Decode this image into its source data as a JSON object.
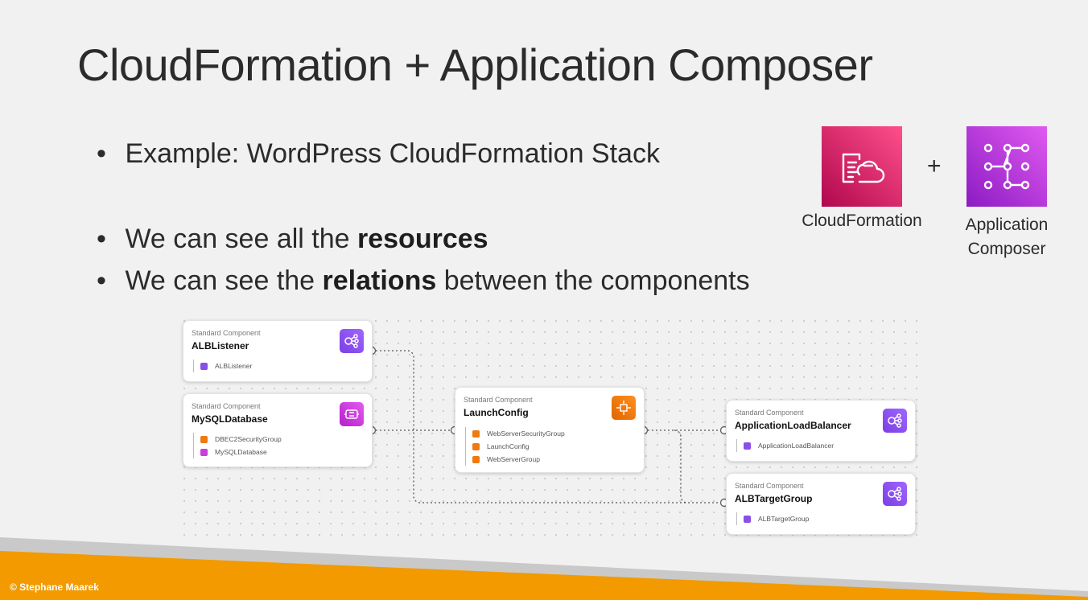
{
  "slide": {
    "title": "CloudFormation + Application Composer",
    "bullets": {
      "example": "Example: WordPress CloudFormation Stack",
      "resources_prefix": "We can see all the ",
      "resources_bold": "resources",
      "relations_prefix": "We can see the ",
      "relations_bold": "relations",
      "relations_suffix": " between the components"
    },
    "logos": {
      "cloudformation_label": "CloudFormation",
      "plus": "+",
      "composer_label_line1": "Application",
      "composer_label_line2": "Composer",
      "cloudformation_color": "#e7157b",
      "composer_color": "#c925d1"
    },
    "copyright": "© Stephane Maarek"
  },
  "diagram": {
    "components": [
      {
        "kind": "Standard Component",
        "name": "ALBListener",
        "icon": "load-balancer-icon",
        "color": "#8c4fff",
        "resources": [
          {
            "label": "ALBListener",
            "color": "purple"
          }
        ]
      },
      {
        "kind": "Standard Component",
        "name": "MySQLDatabase",
        "icon": "database-icon",
        "color": "#c925d1",
        "resources": [
          {
            "label": "DBEC2SecurityGroup",
            "color": "orange"
          },
          {
            "label": "MySQLDatabase",
            "color": "magenta"
          }
        ]
      },
      {
        "kind": "Standard Component",
        "name": "LaunchConfig",
        "icon": "ec2-icon",
        "color": "#ed7100",
        "resources": [
          {
            "label": "WebServerSecurityGroup",
            "color": "orange"
          },
          {
            "label": "LaunchConfig",
            "color": "orange"
          },
          {
            "label": "WebServerGroup",
            "color": "orange"
          }
        ]
      },
      {
        "kind": "Standard Component",
        "name": "ApplicationLoadBalancer",
        "icon": "load-balancer-icon",
        "color": "#8c4fff",
        "resources": [
          {
            "label": "ApplicationLoadBalancer",
            "color": "purple"
          }
        ]
      },
      {
        "kind": "Standard Component",
        "name": "ALBTargetGroup",
        "icon": "load-balancer-icon",
        "color": "#8c4fff",
        "resources": [
          {
            "label": "ALBTargetGroup",
            "color": "purple"
          }
        ]
      }
    ]
  }
}
